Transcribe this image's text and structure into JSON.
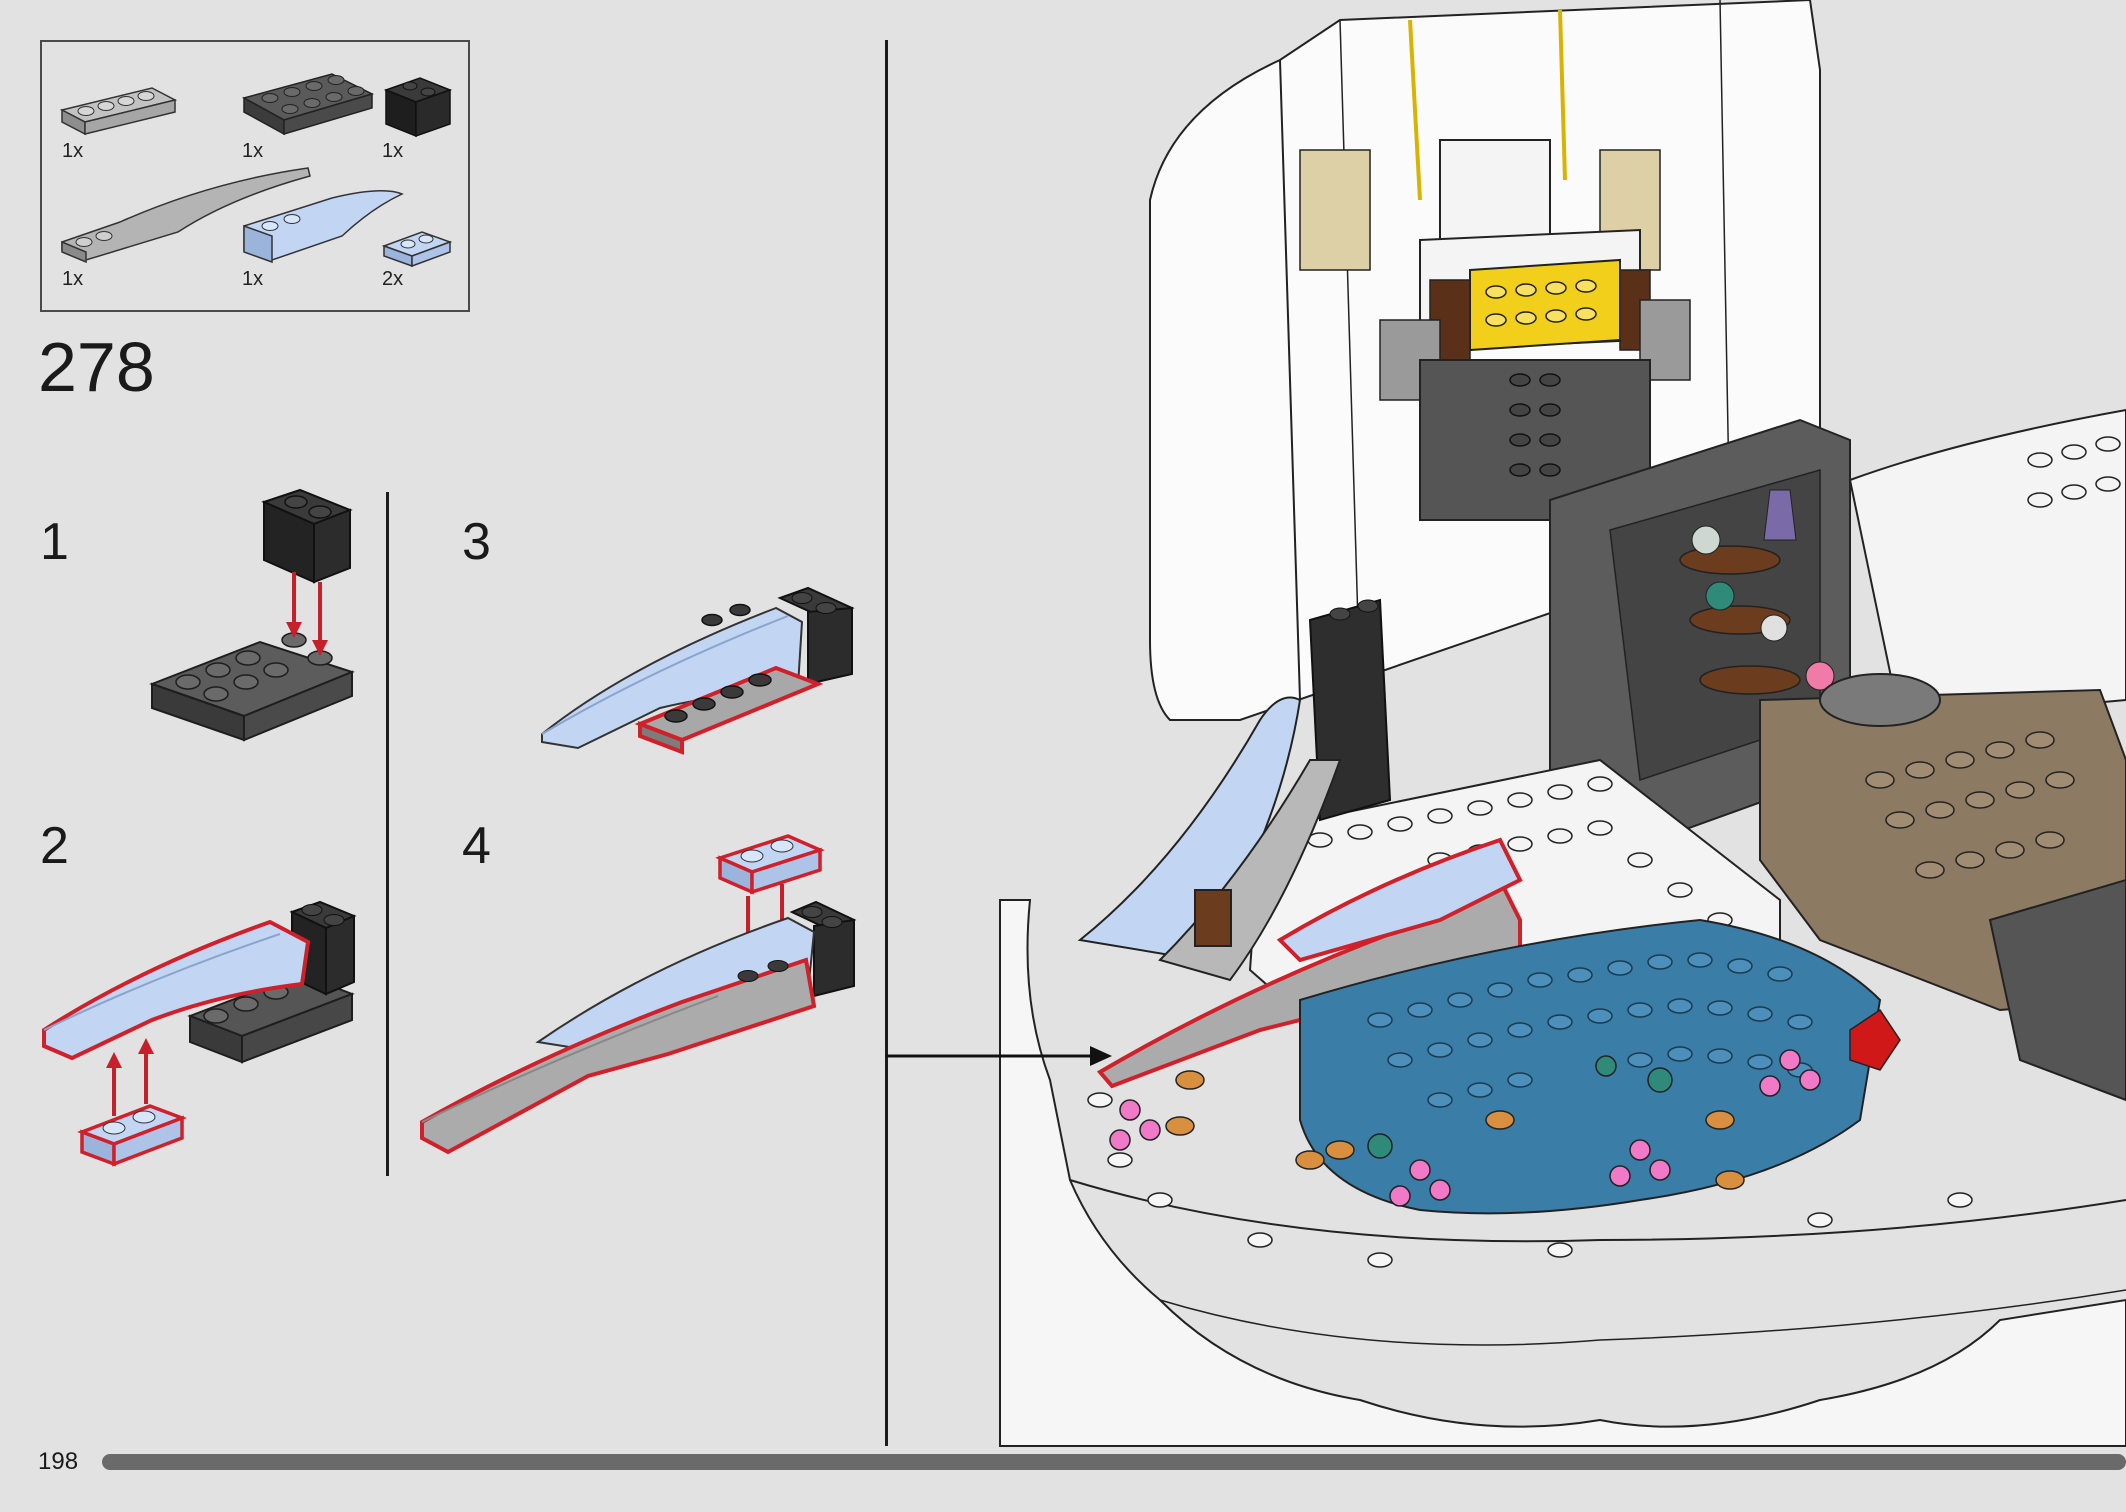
{
  "page": {
    "number": "198"
  },
  "step": {
    "number": "278"
  },
  "parts_list": [
    {
      "qty": "1x",
      "icon": "light-gray-plate-1x4-icon"
    },
    {
      "qty": "1x",
      "icon": "dark-gray-plate-2x4-icon"
    },
    {
      "qty": "1x",
      "icon": "black-brick-2x2-icon"
    },
    {
      "qty": "1x",
      "icon": "light-gray-curved-slope-icon"
    },
    {
      "qty": "1x",
      "icon": "light-blue-curved-slope-icon"
    },
    {
      "qty": "2x",
      "icon": "light-blue-plate-1x2-icon"
    }
  ],
  "substeps": [
    {
      "number": "1"
    },
    {
      "number": "2"
    },
    {
      "number": "3"
    },
    {
      "number": "4"
    }
  ],
  "colors": {
    "background": "#e2e2e2",
    "highlight_outline": "#d0202a",
    "arrow": "#c8202a",
    "light_blue": "#b8cff0",
    "light_gray": "#a8a8a8",
    "dark_gray": "#545454",
    "black": "#2a2a2a",
    "progress": "#6a6a6a"
  }
}
